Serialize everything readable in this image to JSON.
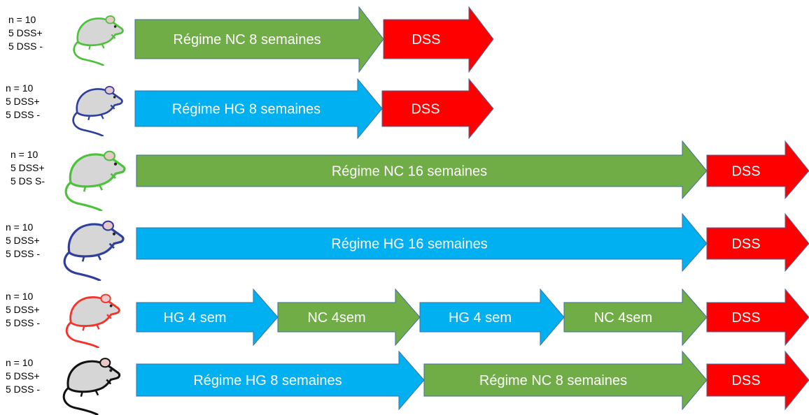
{
  "colors": {
    "nc": "#70AD47",
    "hg": "#00B0F0",
    "dss": "#FF0000",
    "border": "#41719C",
    "mouse_green": "#4CC13A",
    "mouse_blue": "#2F3F9E",
    "mouse_red": "#F2342B",
    "mouse_black": "#111111",
    "mouse_body": "#D6D6D6"
  },
  "rows": [
    {
      "id": "row1",
      "group": {
        "n": "n = 10",
        "dss_pos": "5 DSS+",
        "dss_neg": "5 DSS -"
      },
      "mouse": "green",
      "segments": [
        {
          "label": "Régime NC 8 semaines",
          "kind": "nc"
        },
        {
          "label": "DSS",
          "kind": "dss"
        }
      ]
    },
    {
      "id": "row2",
      "group": {
        "n": "n = 10",
        "dss_pos": "5 DSS+",
        "dss_neg": "5 DSS -"
      },
      "mouse": "blue",
      "segments": [
        {
          "label": "Régime HG 8 semaines",
          "kind": "hg"
        },
        {
          "label": "DSS",
          "kind": "dss"
        }
      ]
    },
    {
      "id": "row3",
      "group": {
        "n": "n = 10",
        "dss_pos": "5 DSS+",
        "dss_neg": "5 DS S-"
      },
      "mouse": "green",
      "segments": [
        {
          "label": "Régime NC 16 semaines",
          "kind": "nc"
        },
        {
          "label": "DSS",
          "kind": "dss"
        }
      ]
    },
    {
      "id": "row4",
      "group": {
        "n": "n = 10",
        "dss_pos": "5 DSS+",
        "dss_neg": "5 DSS -"
      },
      "mouse": "blue",
      "segments": [
        {
          "label": "Régime HG 16 semaines",
          "kind": "hg"
        },
        {
          "label": "DSS",
          "kind": "dss"
        }
      ]
    },
    {
      "id": "row5",
      "group": {
        "n": "n = 10",
        "dss_pos": "5 DSS+",
        "dss_neg": "5 DSS -"
      },
      "mouse": "red",
      "segments": [
        {
          "label": "HG 4 sem",
          "kind": "hg"
        },
        {
          "label": "NC 4sem",
          "kind": "nc"
        },
        {
          "label": "HG 4 sem",
          "kind": "hg"
        },
        {
          "label": "NC 4sem",
          "kind": "nc"
        },
        {
          "label": "DSS",
          "kind": "dss"
        }
      ]
    },
    {
      "id": "row6",
      "group": {
        "n": "n = 10",
        "dss_pos": "5 DSS+",
        "dss_neg": "5 DSS -"
      },
      "mouse": "black",
      "segments": [
        {
          "label": "Régime HG 8 semaines",
          "kind": "hg"
        },
        {
          "label": "Régime NC 8 semaines",
          "kind": "nc"
        },
        {
          "label": "DSS",
          "kind": "dss"
        }
      ]
    }
  ]
}
